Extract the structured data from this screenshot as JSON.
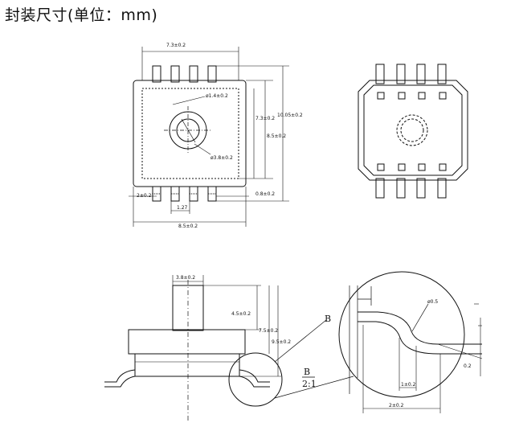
{
  "title": "封装尺寸(单位：mm)",
  "top_view": {
    "width_top": "7.3±0.2",
    "port_outer": "ø1.4±0.2",
    "port_inner": "ø3.8±0.2",
    "height_body": "7.3±0.2",
    "height_inner": "8.5±0.2",
    "height_total": "10.05±0.2",
    "pin_width": "2±0.2",
    "pin_pitch": "1.27",
    "pin_thickness": "0.8±0.2",
    "width_bottom": "8.5±0.2"
  },
  "side_view": {
    "port_diameter": "3.8±0.2",
    "port_height": "4.5±0.2",
    "height_a": "7.5±0.2",
    "height_b": "9.5±0.2",
    "detail_marker": "B"
  },
  "detail_view": {
    "label": "B",
    "scale": "2:1",
    "radius": "ø0.5",
    "thickness": "0.2",
    "foot_length": "1±0.2",
    "foot_span": "2±0.2"
  }
}
